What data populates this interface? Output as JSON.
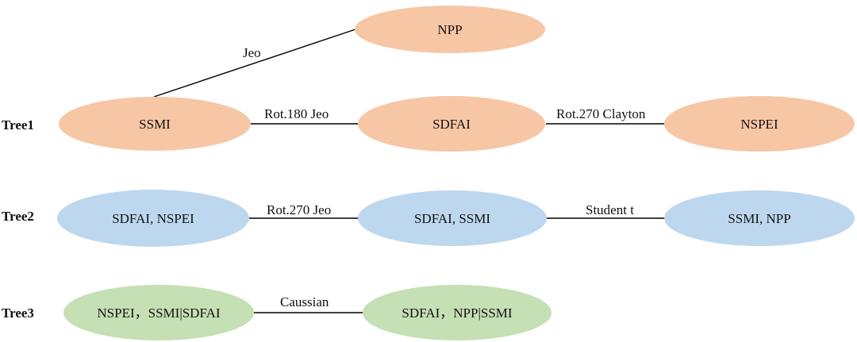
{
  "trees": [
    {
      "label": "Tree1",
      "color": "#f7c6a5",
      "nodes": [
        "NPP",
        "SSMI",
        "SDFAI",
        "NSPEI"
      ],
      "edges": [
        "Jeo",
        "Rot.180 Jeo",
        "Rot.270 Clayton"
      ]
    },
    {
      "label": "Tree2",
      "color": "#bdd7ee",
      "nodes": [
        "SDFAI, NSPEI",
        "SDFAI, SSMI",
        "SSMI, NPP"
      ],
      "edges": [
        "Rot.270 Jeo",
        "Student t"
      ]
    },
    {
      "label": "Tree3",
      "color": "#c5e0b4",
      "nodes": [
        "NSPEI，SSMI|SDFAI",
        "SDFAI，NPP|SSMI"
      ],
      "edges": [
        "Caussian"
      ]
    }
  ]
}
